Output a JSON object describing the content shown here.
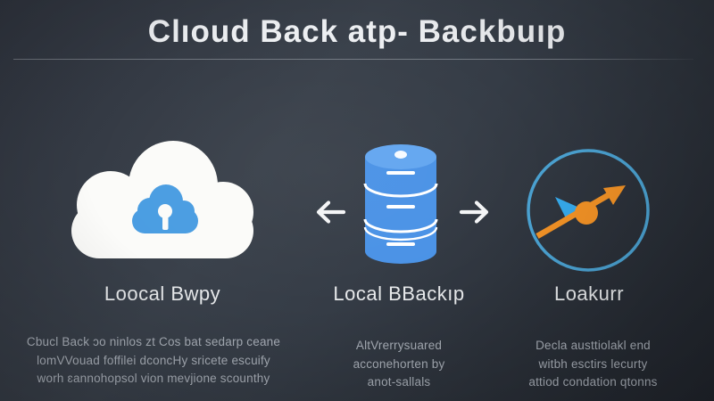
{
  "title": "Clıoud Back atp- Backbuıp",
  "columns": [
    {
      "id": "cloud-backup",
      "icon": "cloud-lock-icon",
      "label": "Loocal Bwpy",
      "description": [
        "Cbucl Back ɔo ninlos zt Cos bat sedarp ceane",
        "lomVVouad foffilei dconcHy sricete escuify",
        "worh ɛannohopsol vion mevjione scounthy"
      ]
    },
    {
      "id": "local-backup",
      "icon": "database-icon",
      "label": "Local BBackıp",
      "description": [
        "AltVrerrysuared",
        "acconehorten by",
        "anot-sallals"
      ]
    },
    {
      "id": "monitoring",
      "icon": "compass-gauge-icon",
      "label": "Loakurr",
      "description": [
        "Decla austtiolakl end",
        "witbh esctirs lecurty",
        "attiod condation qtonns"
      ]
    }
  ],
  "colors": {
    "background_dark": "#262b33",
    "background_mid": "#3a414b",
    "title_text": "#edeff2",
    "label_text": "#e7e9eb",
    "body_text": "#a9afb8",
    "cloud_white": "#fbfbf9",
    "accent_blue": "#4a92e6",
    "cylinder_top_blue": "#63a6f0",
    "compass_ring_blue": "#4aa0cf",
    "needle_orange": "#ef9025",
    "needle_blue": "#35a7e8"
  }
}
